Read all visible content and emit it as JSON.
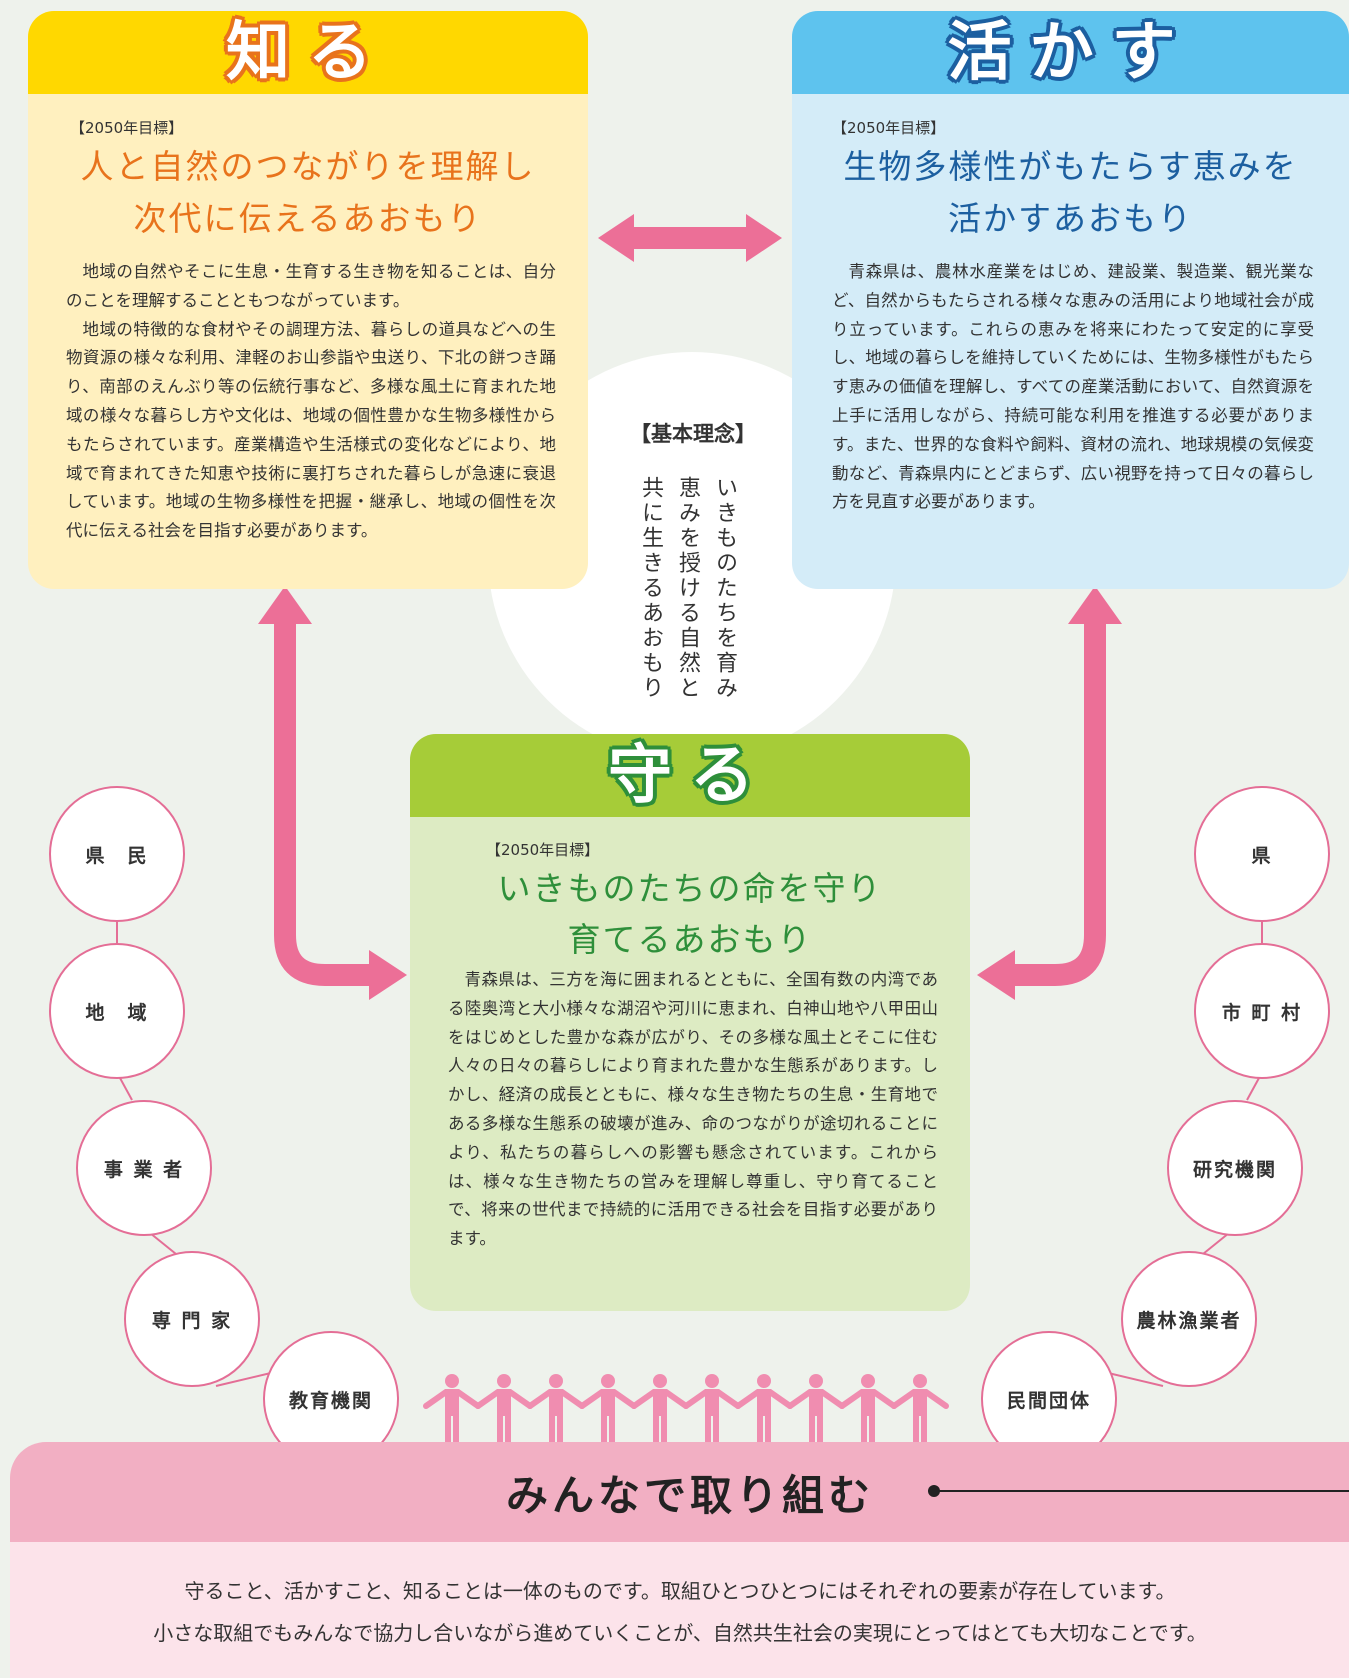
{
  "principle": {
    "label": "【基本理念】",
    "columns": [
      "いきものたちを育み",
      "恵みを授ける自然と",
      "共に生きるあおもり"
    ]
  },
  "shiru": {
    "title": "知る",
    "goal_tag": "【2050年目標】",
    "goal_line1": "人と自然のつながりを理解し",
    "goal_line2": "次代に伝えるあおもり",
    "description": "地域の自然やそこに生息・生育する生き物を知ることは、自分のことを理解することともつながっています。\n地域の特徴的な食材やその調理方法、暮らしの道具などへの生物資源の様々な利用、津軽のお山参詣や虫送り、下北の餅つき踊り、南部のえんぶり等の伝統行事など、多様な風土に育まれた地域の様々な暮らし方や文化は、地域の個性豊かな生物多様性からもたらされています。産業構造や生活様式の変化などにより、地域で育まれてきた知恵や技術に裏打ちされた暮らしが急速に衰退しています。地域の生物多様性を把握・継承し、地域の個性を次代に伝える社会を目指す必要があります。",
    "color": "#e8731c"
  },
  "ikasu": {
    "title": "活かす",
    "goal_tag": "【2050年目標】",
    "goal_line1": "生物多様性がもたらす恵みを",
    "goal_line2": "活かすあおもり",
    "description": "青森県は、農林水産業をはじめ、建設業、製造業、観光業など、自然からもたらされる様々な恵みの活用により地域社会が成り立っています。これらの恵みを将来にわたって安定的に享受し、地域の暮らしを維持していくためには、生物多様性がもたらす恵みの価値を理解し、すべての産業活動において、自然資源を上手に活用しながら、持続可能な利用を推進する必要があります。また、世界的な食料や飼料、資材の流れ、地球規模の気候変動など、青森県内にとどまらず、広い視野を持って日々の暮らし方を見直す必要があります。",
    "color": "#1c5fa0"
  },
  "mamoru": {
    "title": "守る",
    "goal_tag": "【2050年目標】",
    "goal_line1": "いきものたちの命を守り",
    "goal_line2": "育てるあおもり",
    "description": "青森県は、三方を海に囲まれるとともに、全国有数の内湾である陸奥湾と大小様々な湖沼や河川に恵まれ、白神山地や八甲田山をはじめとした豊かな森が広がり、その多様な風土とそこに住む人々の日々の暮らしにより育まれた豊かな生態系があります。しかし、経済の成長とともに、様々な生き物たちの生息・生育地である多様な生態系の破壊が進み、命のつながりが途切れることにより、私たちの暮らしへの影響も懸念されています。これからは、様々な生き物たちの営みを理解し尊重し、守り育てることで、将来の世代まで持続的に活用できる社会を目指す必要があります。",
    "color": "#2e8f3a"
  },
  "actors_left": [
    "県　民",
    "地　域",
    "事 業 者",
    "専 門 家",
    "教育機関"
  ],
  "actors_right": [
    "県",
    "市 町 村",
    "研究機関",
    "農林漁業者",
    "民間団体"
  ],
  "bottom": {
    "title": "みんなで取り組む",
    "line1": "守ること、活かすこと、知ることは一体のものです。取組ひとつひとつにはそれぞれの要素が存在しています。",
    "line2": "小さな取組でもみんなで協力し合いながら進めていくことが、自然共生社会の実現にとってはとても大切なことです。"
  },
  "arrow_color": "#ec6f97"
}
